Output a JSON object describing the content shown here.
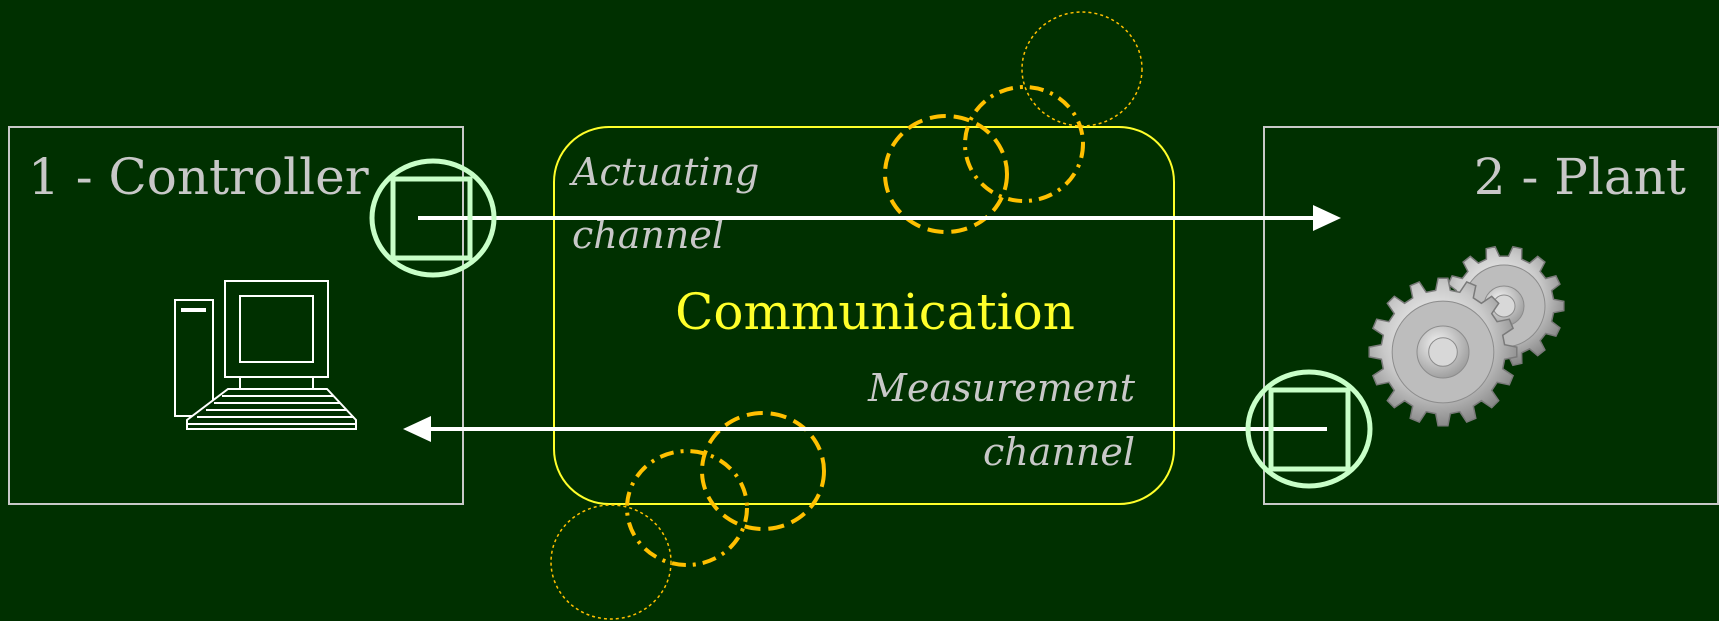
{
  "controller": {
    "label": "1 - Controller"
  },
  "plant": {
    "label": "2 - Plant"
  },
  "communication": {
    "label": "Communication",
    "actuating": {
      "line1": "Actuating",
      "line2": "channel"
    },
    "measurement": {
      "line1": "Measurement",
      "line2": "channel"
    }
  },
  "colors": {
    "background": "#003000",
    "box_stroke": "#c8c8c8",
    "comm_stroke": "#ffff2a",
    "port_color": "#c8ffc8",
    "arrow_color": "#ffffff",
    "disturbance_color": "#ffc000"
  },
  "icons": [
    "computer-icon",
    "gears-icon"
  ]
}
